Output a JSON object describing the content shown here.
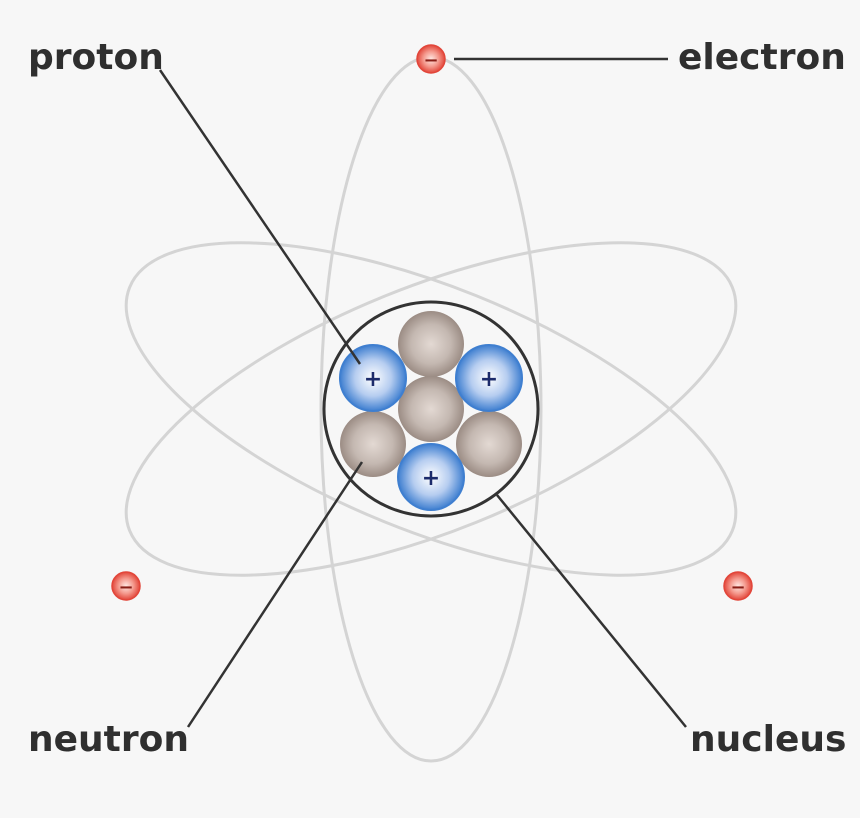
{
  "labels": {
    "proton": "proton",
    "electron": "electron",
    "neutron": "neutron",
    "nucleus": "nucleus"
  },
  "particles": {
    "proton_sign": "+",
    "electron_sign": "−",
    "proton_count": 3,
    "neutron_count": 4,
    "electron_count": 3
  },
  "colors": {
    "background": "#f7f7f7",
    "orbit": "#d4d4d4",
    "leader_line": "#333333",
    "proton": "#3f7fd0",
    "neutron": "#ab9d96",
    "electron": "#e75a4f",
    "label_text": "#2f2f2f"
  }
}
